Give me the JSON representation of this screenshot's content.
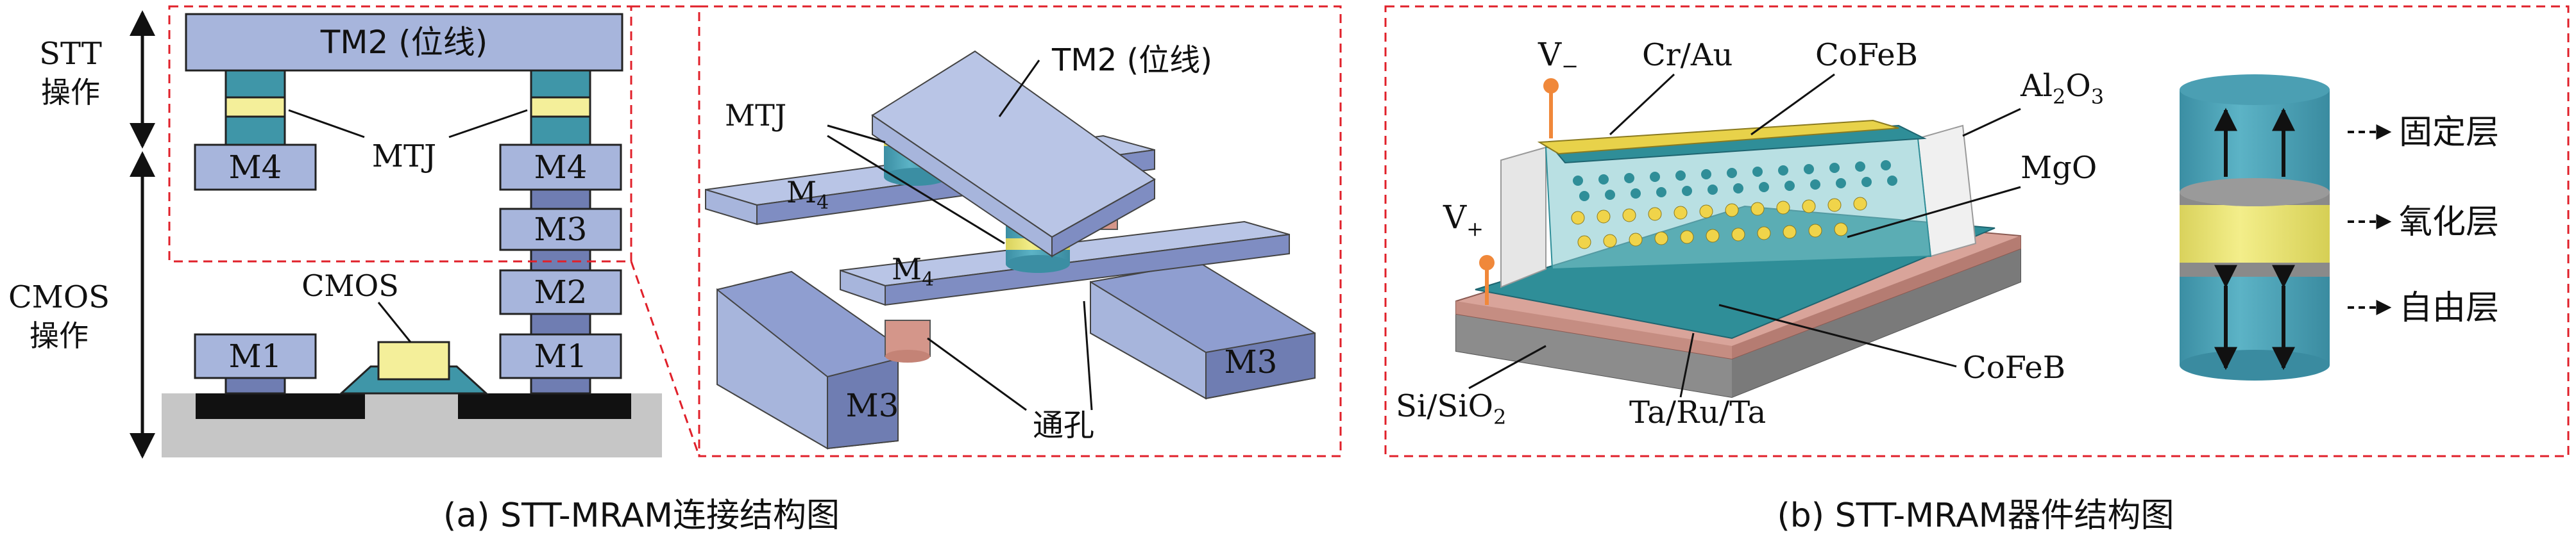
{
  "left": {
    "stt_label": [
      "STT",
      "操作"
    ],
    "cmos_label": [
      "CMOS",
      "操作"
    ],
    "tm2_label": "TM2 (位线)",
    "mtj_label": "MTJ",
    "m4_label": "M4",
    "m3_label": "M3",
    "m2_label": "M2",
    "m1_label": "M1",
    "cmos_chip_label": "CMOS",
    "inset": {
      "tm2_label": "TM2 (位线)",
      "mtj_label": "MTJ",
      "m4_label": "M",
      "m4_sub": "4",
      "m3_label": "M3",
      "via_label": "通孔"
    },
    "caption": "(a) STT-MRAM连接结构图"
  },
  "right": {
    "v_minus": "V",
    "v_minus_sub": "−",
    "v_plus": "V",
    "v_plus_sub": "+",
    "cr_au": "Cr/Au",
    "cofeb_top": "CoFeB",
    "al2o3": [
      "Al",
      "2",
      "O",
      "3"
    ],
    "mgo": "MgO",
    "cofeb_bottom": "CoFeB",
    "si_sio2": [
      "Si/SiO",
      "2"
    ],
    "ta_ru_ta": "Ta/Ru/Ta",
    "cylinder": {
      "fixed": "固定层",
      "oxide": "氧化层",
      "free": "自由层"
    },
    "caption": "(b) STT-MRAM器件结构图"
  },
  "colors": {
    "metal": "#a7b5dc",
    "metal_dark": "#6f7db2",
    "mtj_teal": "#3f96a8",
    "mtj_yellow": "#f4ef9a",
    "via": "#d4968a",
    "substrate": "#c3c3c3",
    "dash": "#e0202a",
    "cyl": "#4b9fb3",
    "cyl_band": "#ece777",
    "cyl_grey": "#8a8a8a",
    "orange": "#f0883a"
  }
}
